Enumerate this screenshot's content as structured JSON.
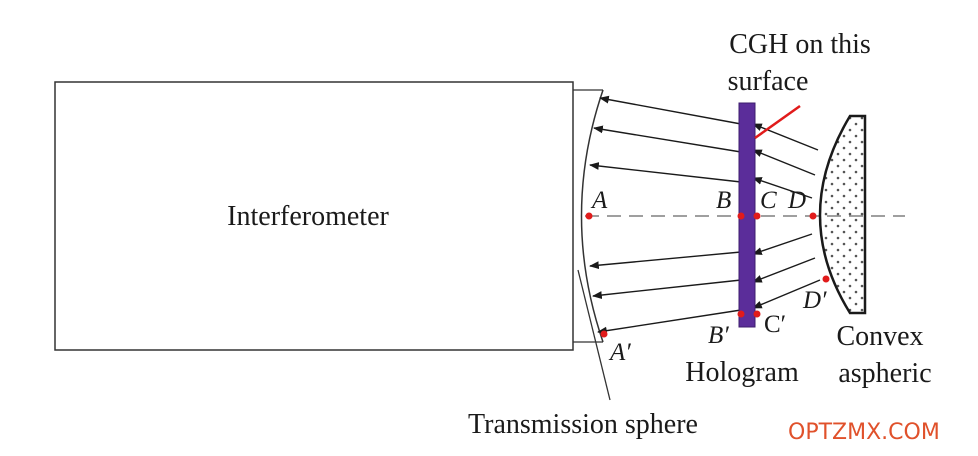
{
  "labels": {
    "interferometer": "Interferometer",
    "transmission_sphere": "Transmission sphere",
    "cgh_line1": "CGH on this",
    "cgh_line2": "surface",
    "hologram": "Hologram",
    "convex_line1": "Convex",
    "convex_line2": "aspheric"
  },
  "points": {
    "A": "A",
    "A_prime": "A′",
    "B": "B",
    "B_prime": "B′",
    "C": "C",
    "C_prime": "C′",
    "D": "D",
    "D_prime": "D′"
  },
  "watermark": "OPTZMX.COM",
  "colors": {
    "hologram_plate": "#5b2d9a",
    "cgh_pointer": "#e11b1b",
    "point_marker": "#e11b1b",
    "watermark": "#e0512b"
  }
}
